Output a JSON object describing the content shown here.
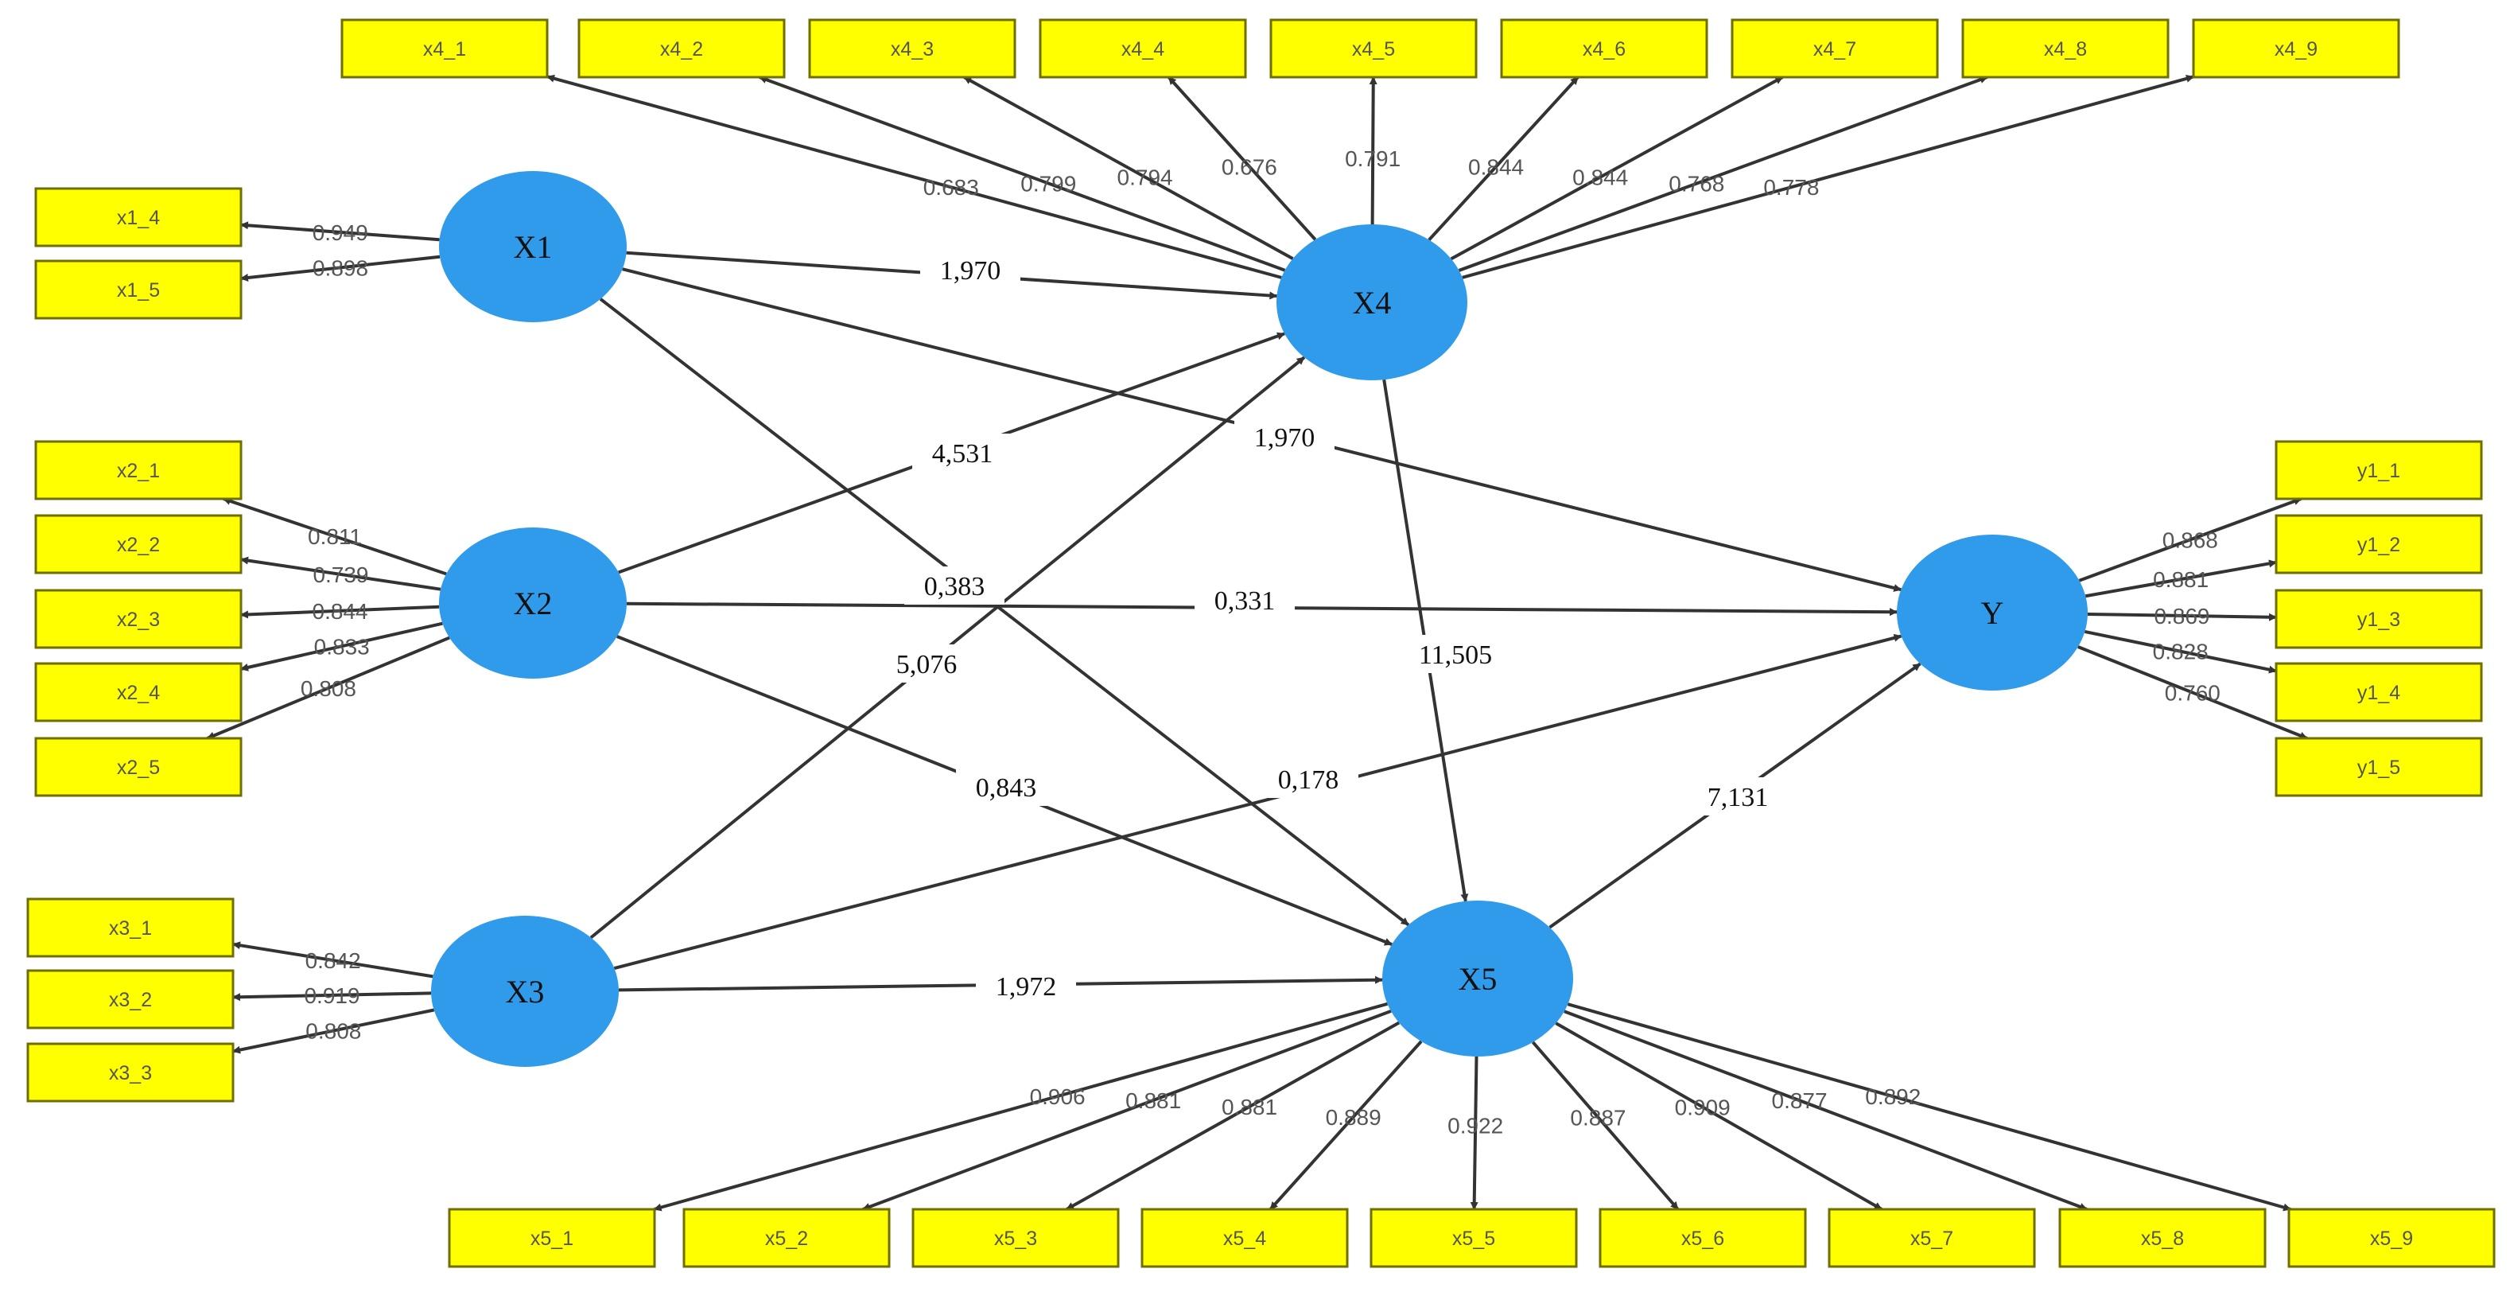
{
  "colors": {
    "latent": "#2f9bea",
    "indicator": "#ffff00",
    "indicator_border": "#6f6f00",
    "arrow": "#333333"
  },
  "latents": [
    {
      "id": "X1",
      "label": "X1"
    },
    {
      "id": "X2",
      "label": "X2"
    },
    {
      "id": "X3",
      "label": "X3"
    },
    {
      "id": "X4",
      "label": "X4"
    },
    {
      "id": "X5",
      "label": "X5"
    },
    {
      "id": "Y",
      "label": "Y"
    }
  ],
  "indicators": [
    {
      "id": "x4_1",
      "label": "x4_1",
      "latent": "X4",
      "loading": "0.683"
    },
    {
      "id": "x4_2",
      "label": "x4_2",
      "latent": "X4",
      "loading": "0.799"
    },
    {
      "id": "x4_3",
      "label": "x4_3",
      "latent": "X4",
      "loading": "0.794"
    },
    {
      "id": "x4_4",
      "label": "x4_4",
      "latent": "X4",
      "loading": "0.676"
    },
    {
      "id": "x4_5",
      "label": "x4_5",
      "latent": "X4",
      "loading": "0.791"
    },
    {
      "id": "x4_6",
      "label": "x4_6",
      "latent": "X4",
      "loading": "0.844"
    },
    {
      "id": "x4_7",
      "label": "x4_7",
      "latent": "X4",
      "loading": "0.844"
    },
    {
      "id": "x4_8",
      "label": "x4_8",
      "latent": "X4",
      "loading": "0.768"
    },
    {
      "id": "x4_9",
      "label": "x4_9",
      "latent": "X4",
      "loading": "0.778"
    },
    {
      "id": "x1_4",
      "label": "x1_4",
      "latent": "X1",
      "loading": "0.949"
    },
    {
      "id": "x1_5",
      "label": "x1_5",
      "latent": "X1",
      "loading": "0.898"
    },
    {
      "id": "x2_1",
      "label": "x2_1",
      "latent": "X2",
      "loading": "0.811"
    },
    {
      "id": "x2_2",
      "label": "x2_2",
      "latent": "X2",
      "loading": "0.739"
    },
    {
      "id": "x2_3",
      "label": "x2_3",
      "latent": "X2",
      "loading": "0.844"
    },
    {
      "id": "x2_4",
      "label": "x2_4",
      "latent": "X2",
      "loading": "0.833"
    },
    {
      "id": "x2_5",
      "label": "x2_5",
      "latent": "X2",
      "loading": "0.808"
    },
    {
      "id": "x3_1",
      "label": "x3_1",
      "latent": "X3",
      "loading": "0.842"
    },
    {
      "id": "x3_2",
      "label": "x3_2",
      "latent": "X3",
      "loading": "0.919"
    },
    {
      "id": "x3_3",
      "label": "x3_3",
      "latent": "X3",
      "loading": "0.808"
    },
    {
      "id": "y1_1",
      "label": "y1_1",
      "latent": "Y",
      "loading": "0.868"
    },
    {
      "id": "y1_2",
      "label": "y1_2",
      "latent": "Y",
      "loading": "0.881"
    },
    {
      "id": "y1_3",
      "label": "y1_3",
      "latent": "Y",
      "loading": "0.869"
    },
    {
      "id": "y1_4",
      "label": "y1_4",
      "latent": "Y",
      "loading": "0.828"
    },
    {
      "id": "y1_5",
      "label": "y1_5",
      "latent": "Y",
      "loading": "0.760"
    },
    {
      "id": "x5_1",
      "label": "x5_1",
      "latent": "X5",
      "loading": "0.906"
    },
    {
      "id": "x5_2",
      "label": "x5_2",
      "latent": "X5",
      "loading": "0.881"
    },
    {
      "id": "x5_3",
      "label": "x5_3",
      "latent": "X5",
      "loading": "0.881"
    },
    {
      "id": "x5_4",
      "label": "x5_4",
      "latent": "X5",
      "loading": "0.889"
    },
    {
      "id": "x5_5",
      "label": "x5_5",
      "latent": "X5",
      "loading": "0.922"
    },
    {
      "id": "x5_6",
      "label": "x5_6",
      "latent": "X5",
      "loading": "0.887"
    },
    {
      "id": "x5_7",
      "label": "x5_7",
      "latent": "X5",
      "loading": "0.909"
    },
    {
      "id": "x5_8",
      "label": "x5_8",
      "latent": "X5",
      "loading": "0.877"
    },
    {
      "id": "x5_9",
      "label": "x5_9",
      "latent": "X5",
      "loading": "0.892"
    }
  ],
  "paths": [
    {
      "from": "X1",
      "to": "X4",
      "value": "1,970"
    },
    {
      "from": "X1",
      "to": "Y",
      "value": "1,970"
    },
    {
      "from": "X1",
      "to": "X5",
      "value": "0,383"
    },
    {
      "from": "X2",
      "to": "X4",
      "value": "4,531"
    },
    {
      "from": "X2",
      "to": "Y",
      "value": "0,331"
    },
    {
      "from": "X2",
      "to": "X5",
      "value": "0,843"
    },
    {
      "from": "X3",
      "to": "X4",
      "value": "5,076"
    },
    {
      "from": "X3",
      "to": "Y",
      "value": "0,178"
    },
    {
      "from": "X3",
      "to": "X5",
      "value": "1,972"
    },
    {
      "from": "X4",
      "to": "X5",
      "value": "11,505"
    },
    {
      "from": "X5",
      "to": "Y",
      "value": "7,131"
    }
  ]
}
